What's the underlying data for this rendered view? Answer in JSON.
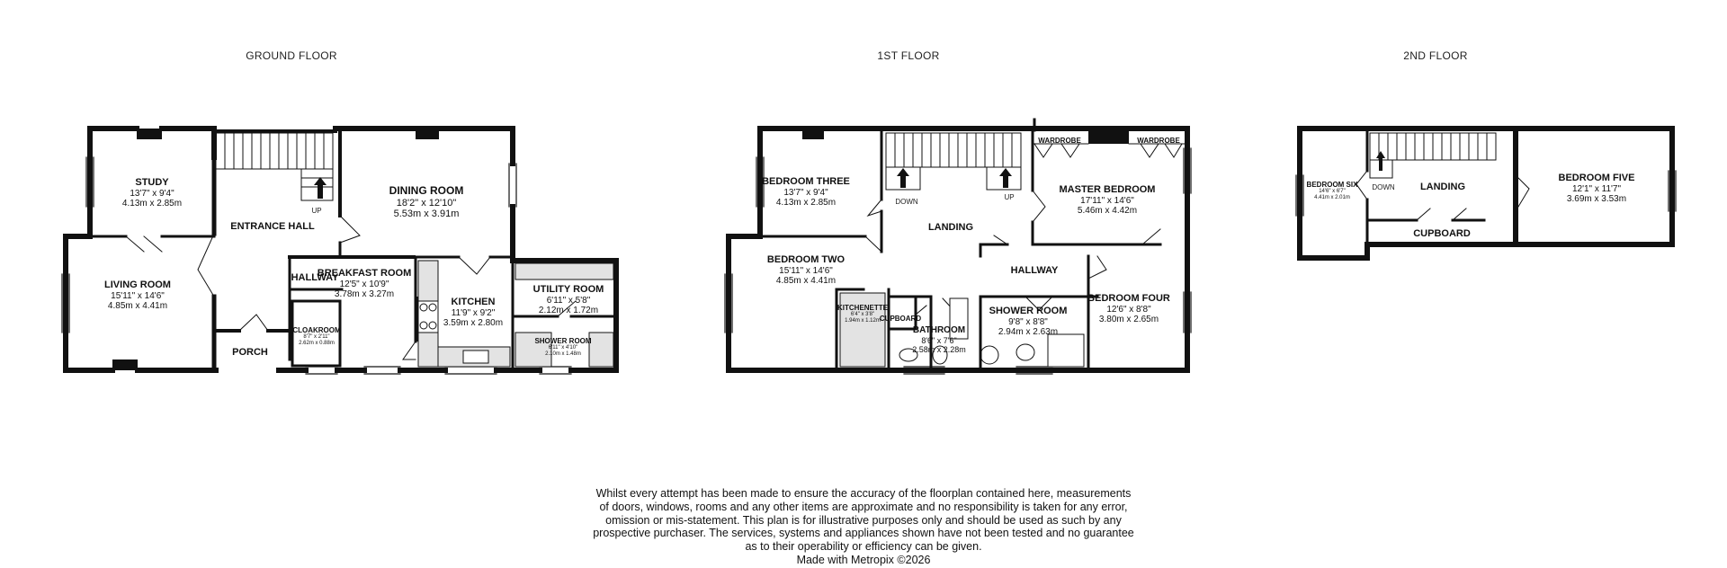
{
  "floors": {
    "ground": "GROUND FLOOR",
    "first": "1ST FLOOR",
    "second": "2ND FLOOR"
  },
  "rooms": {
    "study": {
      "name": "STUDY",
      "imperial": "13'7\" x 9'4\"",
      "metric": "4.13m x 2.85m"
    },
    "entrance": {
      "name": "ENTRANCE HALL"
    },
    "dining": {
      "name": "DINING ROOM",
      "imperial": "18'2\" x 12'10\"",
      "metric": "5.53m x 3.91m"
    },
    "living": {
      "name": "LIVING ROOM",
      "imperial": "15'11\" x 14'6\"",
      "metric": "4.85m x 4.41m"
    },
    "hallway_g": {
      "name": "HALLWAY"
    },
    "breakfast": {
      "name": "BREAKFAST ROOM",
      "imperial": "12'5\" x 10'9\"",
      "metric": "3.78m x 3.27m"
    },
    "kitchen": {
      "name": "KITCHEN",
      "imperial": "11'9\" x 9'2\"",
      "metric": "3.59m x 2.80m"
    },
    "utility": {
      "name": "UTILITY ROOM",
      "imperial": "6'11\" x 5'8\"",
      "metric": "2.12m x 1.72m"
    },
    "cloakroom": {
      "name": "CLOAKROOM",
      "imperial": "8'7\" x 2'11\"",
      "metric": "2.62m x 0.88m"
    },
    "shower_g": {
      "name": "SHOWER ROOM",
      "imperial": "6'11\" x 4'10\"",
      "metric": "2.10m x 1.48m"
    },
    "porch": {
      "name": "PORCH"
    },
    "bedroom3": {
      "name": "BEDROOM THREE",
      "imperial": "13'7\" x 9'4\"",
      "metric": "4.13m x 2.85m"
    },
    "landing_1": {
      "name": "LANDING"
    },
    "master": {
      "name": "MASTER BEDROOM",
      "imperial": "17'11\" x 14'6\"",
      "metric": "5.46m x 4.42m"
    },
    "wardrobe1": {
      "name": "WARDROBE"
    },
    "wardrobe2": {
      "name": "WARDROBE"
    },
    "bedroom2": {
      "name": "BEDROOM TWO",
      "imperial": "15'11\" x 14'6\"",
      "metric": "4.85m x 4.41m"
    },
    "hallway_1": {
      "name": "HALLWAY"
    },
    "kitchenette": {
      "name": "KITCHENETTE",
      "imperial": "6'4\" x 3'8\"",
      "metric": "1.94m x 1.12m"
    },
    "cupboard_1": {
      "name": "CUPBOARD"
    },
    "bathroom": {
      "name": "BATHROOM",
      "imperial": "8'6\" x 7'6\"",
      "metric": "2.58m x 2.28m"
    },
    "shower_1": {
      "name": "SHOWER ROOM",
      "imperial": "9'8\" x 8'8\"",
      "metric": "2.94m x 2.63m"
    },
    "bedroom4": {
      "name": "BEDROOM FOUR",
      "imperial": "12'6\" x 8'8\"",
      "metric": "3.80m x 2.65m"
    },
    "bedroom6": {
      "name": "BEDROOM SIX",
      "imperial": "14'6\" x 6'7\"",
      "metric": "4.41m x 2.01m"
    },
    "landing_2": {
      "name": "LANDING"
    },
    "cupboard_2": {
      "name": "CUPBOARD"
    },
    "bedroom5": {
      "name": "BEDROOM FIVE",
      "imperial": "12'1\" x 11'7\"",
      "metric": "3.69m x 3.53m"
    }
  },
  "stair_notes": {
    "up_ground": "UP",
    "down_1": "DOWN",
    "up_1": "UP",
    "down_2": "DOWN"
  },
  "disclaimer": {
    "lines": [
      "Whilst every attempt has been made to ensure the accuracy of the floorplan contained here, measurements",
      "of doors, windows, rooms and any other items are approximate and no responsibility is taken for any error,",
      "omission or mis-statement. This plan is for illustrative purposes only and should be used as such by any",
      "prospective purchaser. The services, systems and appliances shown have not been tested and no guarantee",
      "as to their operability or efficiency can be given."
    ],
    "credit": "Made with Metropix ©2026"
  },
  "colors": {
    "wall": "#111111",
    "fixture_fill": "#e3e3e3",
    "background": "#ffffff"
  }
}
